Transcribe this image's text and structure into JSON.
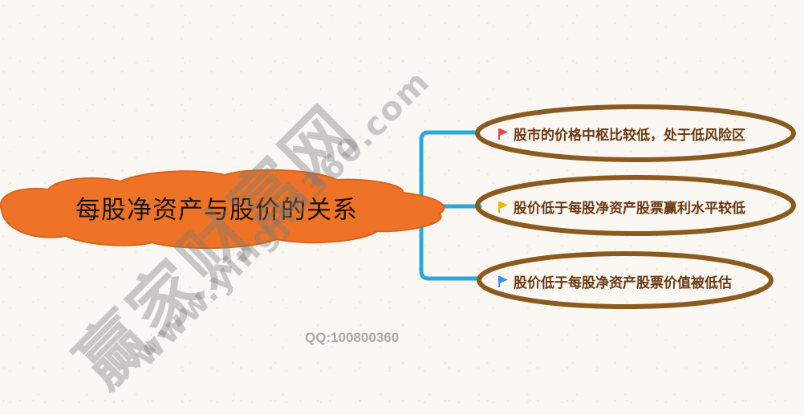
{
  "mindmap": {
    "central_topic": "每股净资产与股价的关系",
    "branches": [
      {
        "text": "股市的价格中枢比较低，处于低风险区",
        "flag_icon": "red-flag-icon",
        "flag_color": "#e8464a"
      },
      {
        "text": "股价低于每股净资产股票赢利水平较低",
        "flag_icon": "yellow-flag-icon",
        "flag_color": "#f5b400"
      },
      {
        "text": "股价低于每股净资产股票价值被低估",
        "flag_icon": "blue-flag-icon",
        "flag_color": "#3d8ff0"
      }
    ]
  },
  "colors": {
    "background": "#fbf7f2",
    "cloud_fill": "#ee7326",
    "cloud_stroke": "#d9631a",
    "connector": "#2aa7e0",
    "ellipse_stroke": "#8b5a1e",
    "branch_text": "#6b3a12"
  },
  "watermark": {
    "brand": "赢家财富网",
    "url": "www.yingjia360.com"
  },
  "footer": {
    "qq": "QQ:100800360"
  }
}
